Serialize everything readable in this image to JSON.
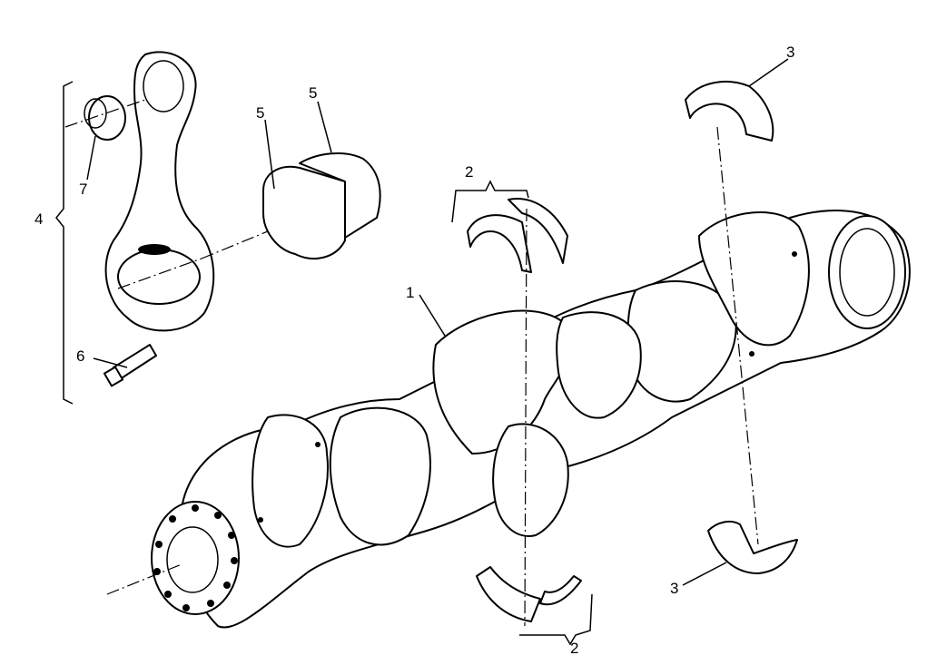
{
  "callouts": [
    {
      "id": "1",
      "text": "1"
    },
    {
      "id": "2a",
      "text": "2"
    },
    {
      "id": "2b",
      "text": "2"
    },
    {
      "id": "3a",
      "text": "3"
    },
    {
      "id": "3b",
      "text": "3"
    },
    {
      "id": "4",
      "text": "4"
    },
    {
      "id": "5a",
      "text": "5"
    },
    {
      "id": "5b",
      "text": "5"
    },
    {
      "id": "6",
      "text": "6"
    },
    {
      "id": "7",
      "text": "7"
    }
  ],
  "parts": [
    {
      "name": "crankshaft-icon"
    },
    {
      "name": "connecting-rod-icon"
    },
    {
      "name": "bearing-shell-icon"
    },
    {
      "name": "thrust-washer-icon"
    },
    {
      "name": "bolt-icon"
    },
    {
      "name": "bushing-icon"
    }
  ]
}
